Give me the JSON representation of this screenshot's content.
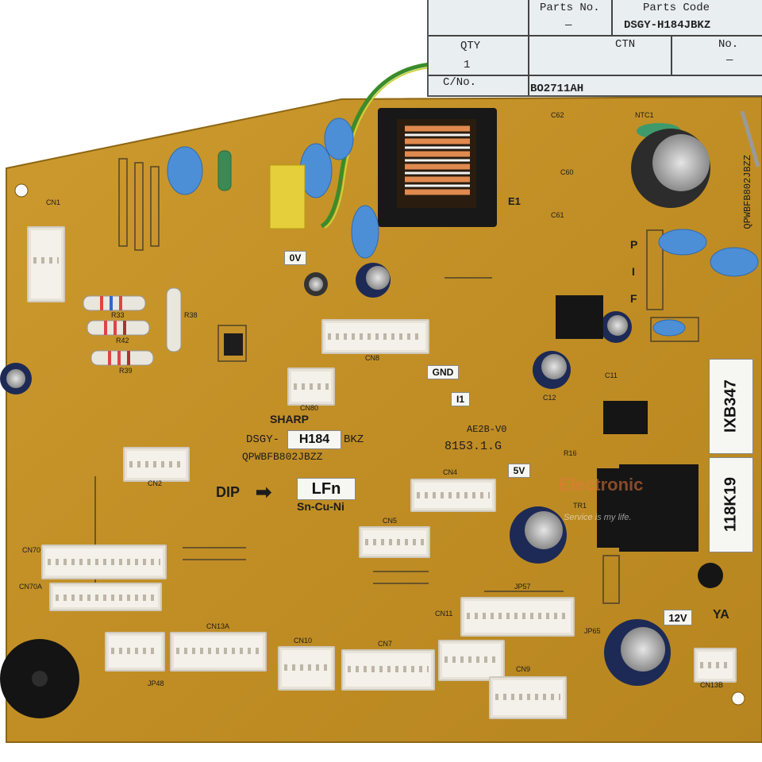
{
  "label_card": {
    "parts_no_header": "Parts No.",
    "parts_code_header": "Parts   Code",
    "parts_no_value": "—",
    "parts_code_value": "DSGY-H184JBKZ",
    "qty_header": "QTY",
    "qty_value": "1",
    "ctn_header": "CTN",
    "no_header": "No.",
    "no_value": "—",
    "lot_header": "C/No.",
    "lot_value": "BO2711AH"
  },
  "board": {
    "maker": "SHARP",
    "model_prefix": "DSGY-",
    "model_box": "H184",
    "model_suffix": "BKZ",
    "board_code": "QPWBFB802JBZZ",
    "board_code_vertical": "QPWBFB802JBZZ",
    "dip_label": "DIP",
    "lf_label": "LFn",
    "solder_label": "Sn-Cu-Ni",
    "lot_marking": "8153.1.G",
    "cert_marking": "AE2B-V0",
    "sticker_1": "IXB347",
    "sticker_2": "118K19",
    "ov": "0V",
    "gnd": "GND",
    "v5": "5V",
    "v12": "12V",
    "ya": "YA",
    "pif": [
      "P",
      "I",
      "F"
    ],
    "e1": "E1",
    "i1": "I1"
  },
  "watermark": {
    "brand": "Electronic",
    "slogan": "Service is my life."
  },
  "designators": {
    "cn1": "CN1",
    "cn2": "CN2",
    "cn4": "CN4",
    "cn5": "CN5",
    "cn7": "CN7",
    "cn8": "CN8",
    "cn9": "CN9",
    "cn10": "CN10",
    "cn11": "CN11",
    "cn13a": "CN13A",
    "cn13b": "CN13B",
    "cn70": "CN70",
    "cn70a": "CN70A",
    "cn80": "CN80",
    "r33": "R33",
    "r42": "R42",
    "r39": "R39",
    "r38": "R38",
    "r16": "R16",
    "c62": "C62",
    "c60": "C60",
    "c61": "C61",
    "c12": "C12",
    "c11": "C11",
    "ntc1": "NTC1",
    "tr1": "TR1",
    "jp48": "JP48",
    "jp57": "JP57",
    "jp65": "JP65"
  }
}
